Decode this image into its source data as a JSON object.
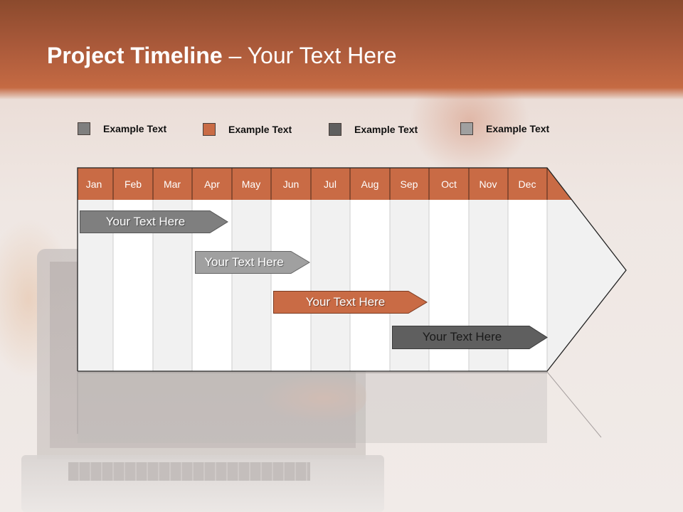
{
  "slide": {
    "title_bold": "Project Timeline",
    "title_rest": " – Your Text Here"
  },
  "legend": [
    {
      "label": "Example Text",
      "color": "#7f7f7f"
    },
    {
      "label": "Example Text",
      "color": "#c96b45"
    },
    {
      "label": "Example Text",
      "color": "#5f5f5f"
    },
    {
      "label": "Example Text",
      "color": "#a0a0a0"
    }
  ],
  "timeline": {
    "months": [
      "Jan",
      "Feb",
      "Mar",
      "Apr",
      "May",
      "Jun",
      "Jul",
      "Aug",
      "Sep",
      "Oct",
      "Nov",
      "Dec"
    ],
    "header_color": "#c96b45",
    "bars": [
      {
        "label": "Your  Text Here",
        "start_month": "Jan",
        "end_month": "Apr",
        "color": "#7f7f7f"
      },
      {
        "label": "Your  Text Here",
        "start_month": "Apr",
        "end_month": "Jun",
        "color": "#a0a0a0"
      },
      {
        "label": "Your  Text Here",
        "start_month": "Jun",
        "end_month": "Sep",
        "color": "#c96b45"
      },
      {
        "label": "Your  Text Here",
        "start_month": "Aug",
        "end_month": "Dec",
        "color": "#5f5f5f"
      }
    ]
  }
}
